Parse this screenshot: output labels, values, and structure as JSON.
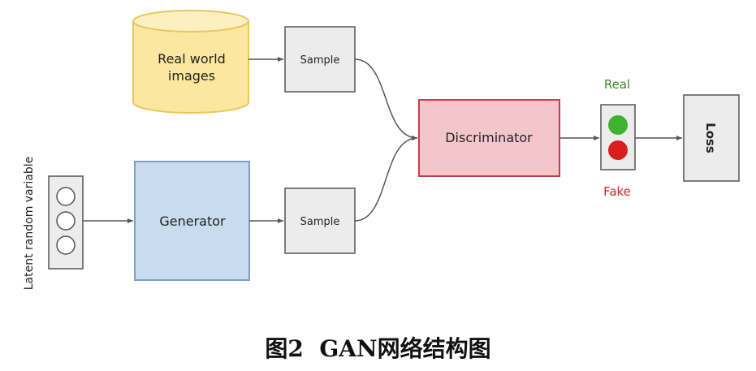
{
  "diagram": {
    "nodes": {
      "real_world_images": {
        "label_line1": "Real world",
        "label_line2": "images"
      },
      "sample_top": {
        "label": "Sample"
      },
      "sample_bottom": {
        "label": "Sample"
      },
      "discriminator": {
        "label": "Discriminator"
      },
      "generator": {
        "label": "Generator"
      },
      "latent": {
        "label": "Latent random variable"
      },
      "loss": {
        "label": "Loss"
      },
      "real": {
        "label": "Real"
      },
      "fake": {
        "label": "Fake"
      }
    },
    "colors": {
      "cylinder_fill": "#fbe7a0",
      "cylinder_stroke": "#e6c75a",
      "generator_fill": "#c8dcf0",
      "generator_stroke": "#7f9fc4",
      "discriminator_fill": "#f3c6cb",
      "discriminator_stroke": "#c0414d",
      "gray_fill": "#ececec",
      "gray_stroke": "#555555",
      "real_color": "#3c8a2b",
      "fake_color": "#c62828",
      "light_green": "#3fb232",
      "light_red": "#d81e1e"
    }
  },
  "caption": {
    "figure": "图2",
    "title": "GAN网络结构图"
  }
}
